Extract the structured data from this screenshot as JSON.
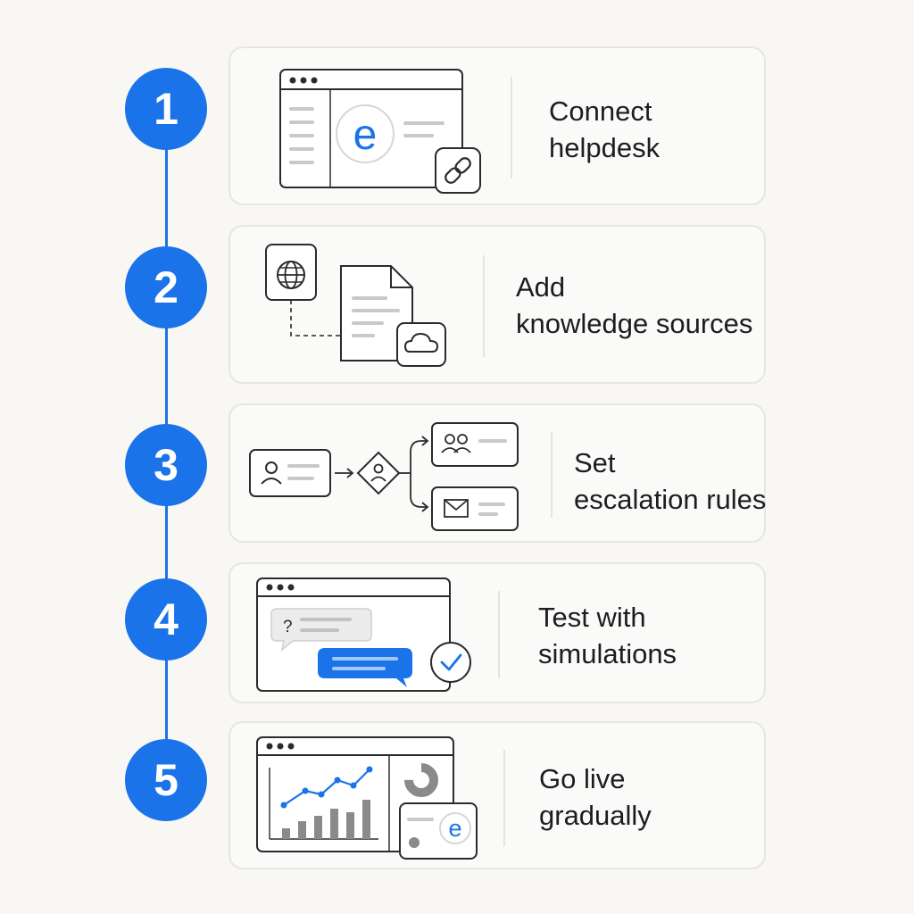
{
  "accent_color": "#1a73e8",
  "steps": [
    {
      "number": "1",
      "label_line1": "Connect",
      "label_line2": "helpdesk",
      "icons": [
        "browser-window-icon",
        "helpdesk-logo-icon",
        "link-icon"
      ]
    },
    {
      "number": "2",
      "label_line1": "Add",
      "label_line2": "knowledge sources",
      "icons": [
        "globe-icon",
        "document-icon",
        "cloud-icon"
      ]
    },
    {
      "number": "3",
      "label_line1": "Set",
      "label_line2": "escalation rules",
      "icons": [
        "user-card-icon",
        "decision-diamond-icon",
        "team-icon",
        "mail-icon"
      ]
    },
    {
      "number": "4",
      "label_line1": "Test with",
      "label_line2": "simulations",
      "icons": [
        "chat-window-icon",
        "question-bubble-icon",
        "reply-bubble-icon",
        "checkmark-icon"
      ]
    },
    {
      "number": "5",
      "label_line1": "Go live",
      "label_line2": "gradually",
      "icons": [
        "dashboard-icon",
        "line-chart-icon",
        "bar-chart-icon",
        "donut-chart-icon",
        "helpdesk-logo-icon"
      ]
    }
  ]
}
